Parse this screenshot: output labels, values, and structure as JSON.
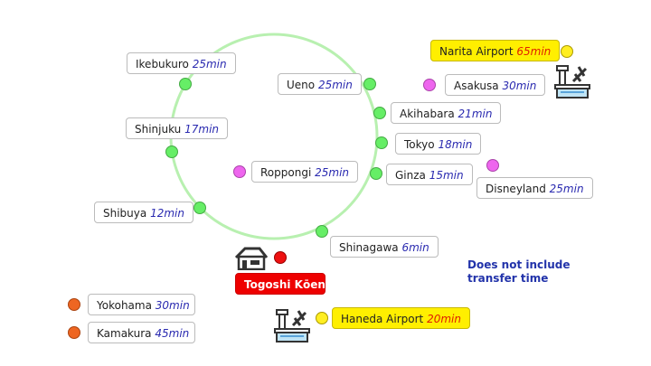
{
  "stations": [
    {
      "id": "ikebukuro",
      "name": "Ikebukuro",
      "time": "25min"
    },
    {
      "id": "ueno",
      "name": "Ueno",
      "time": "25min"
    },
    {
      "id": "akihabara",
      "name": "Akihabara",
      "time": "21min"
    },
    {
      "id": "tokyo",
      "name": "Tokyo",
      "time": "18min"
    },
    {
      "id": "ginza",
      "name": "Ginza",
      "time": "15min"
    },
    {
      "id": "shinjuku",
      "name": "Shinjuku",
      "time": "17min"
    },
    {
      "id": "roppongi",
      "name": "Roppongi",
      "time": "25min"
    },
    {
      "id": "shibuya",
      "name": "Shibuya",
      "time": "12min"
    },
    {
      "id": "shinagawa",
      "name": "Shinagawa",
      "time": "6min"
    },
    {
      "id": "narita",
      "name": "Narita Airport",
      "time": "65min"
    },
    {
      "id": "asakusa",
      "name": "Asakusa",
      "time": "30min"
    },
    {
      "id": "disneyland",
      "name": "Disneyland",
      "time": "25min"
    },
    {
      "id": "haneda",
      "name": "Haneda Airport",
      "time": "20min"
    },
    {
      "id": "yokohama",
      "name": "Yokohama",
      "time": "30min"
    },
    {
      "id": "kamakura",
      "name": "Kamakura",
      "time": "45min"
    }
  ],
  "home": {
    "name": "Togoshi Kōen"
  },
  "note": {
    "line1": "Does not include",
    "line2": "transfer time"
  },
  "colors": {
    "loop": "#b8f0b0",
    "home": "#ee0000",
    "airport": "#ffef00"
  }
}
